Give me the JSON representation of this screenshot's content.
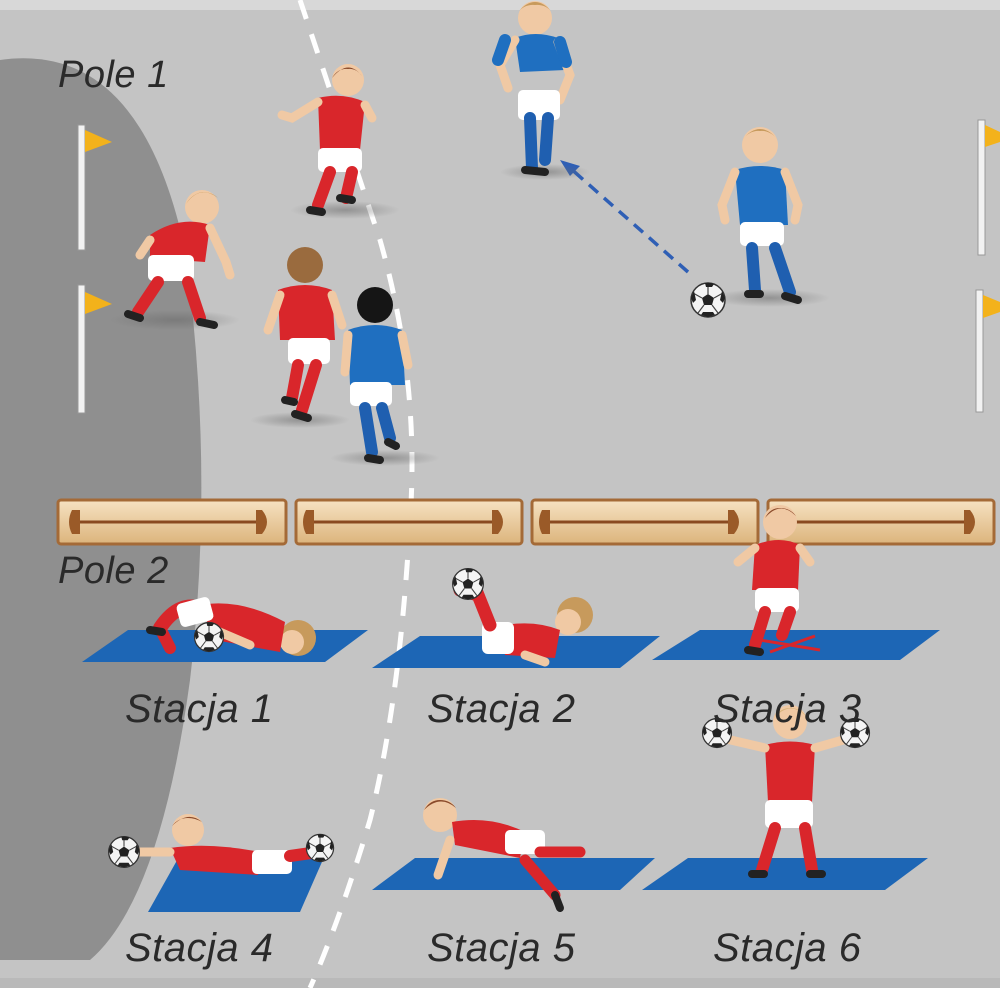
{
  "fields": [
    {
      "label": "Pole 1"
    },
    {
      "label": "Pole 2"
    }
  ],
  "stations": [
    {
      "label": "Stacja 1"
    },
    {
      "label": "Stacja 2"
    },
    {
      "label": "Stacja 3"
    },
    {
      "label": "Stacja 4"
    },
    {
      "label": "Stacja 5"
    },
    {
      "label": "Stacja 6"
    }
  ],
  "colors": {
    "background": "#c4c4c4",
    "goal_area": "#8f8f8f",
    "red_team": "#d9262b",
    "blue_team": "#1f6fc0",
    "mat": "#1d66b5",
    "bench": "#e9c99a",
    "flag": "#f3b21b",
    "pass_line": "#2f5fb5"
  },
  "icons": [
    "player-icon",
    "ball-icon",
    "flag-icon",
    "bench-icon",
    "mat-icon"
  ]
}
